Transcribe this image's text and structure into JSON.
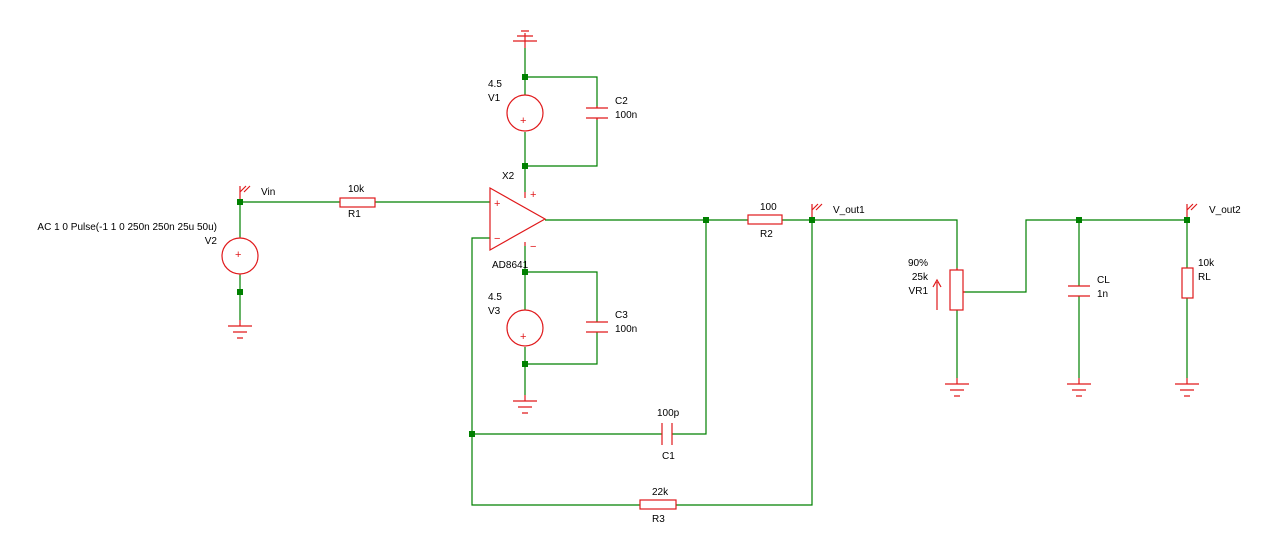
{
  "schematic": {
    "net_labels": {
      "vin": "Vin",
      "vout1": "V_out1",
      "vout2": "V_out2"
    },
    "components": {
      "v2": {
        "ref": "V2",
        "value": "AC 1 0 Pulse(-1 1 0 250n 250n 25u 50u)"
      },
      "r1": {
        "ref": "R1",
        "value": "10k"
      },
      "x2": {
        "ref": "X2",
        "part": "AD8641"
      },
      "v1": {
        "ref": "V1",
        "value": "4.5"
      },
      "c2": {
        "ref": "C2",
        "value": "100n"
      },
      "v3": {
        "ref": "V3",
        "value": "4.5"
      },
      "c3": {
        "ref": "C3",
        "value": "100n"
      },
      "r2": {
        "ref": "R2",
        "value": "100"
      },
      "c1": {
        "ref": "C1",
        "value": "100p"
      },
      "r3": {
        "ref": "R3",
        "value": "22k"
      },
      "vr1": {
        "ref": "VR1",
        "value": "25k",
        "setting": "90%"
      },
      "cl": {
        "ref": "CL",
        "value": "1n"
      },
      "rl": {
        "ref": "RL",
        "value": "10k"
      }
    },
    "symbols": {
      "plus": "+",
      "minus": "−"
    },
    "colors": {
      "wire": "#008000",
      "component": "#e0191b",
      "text": "#000000",
      "background": "#ffffff"
    }
  }
}
